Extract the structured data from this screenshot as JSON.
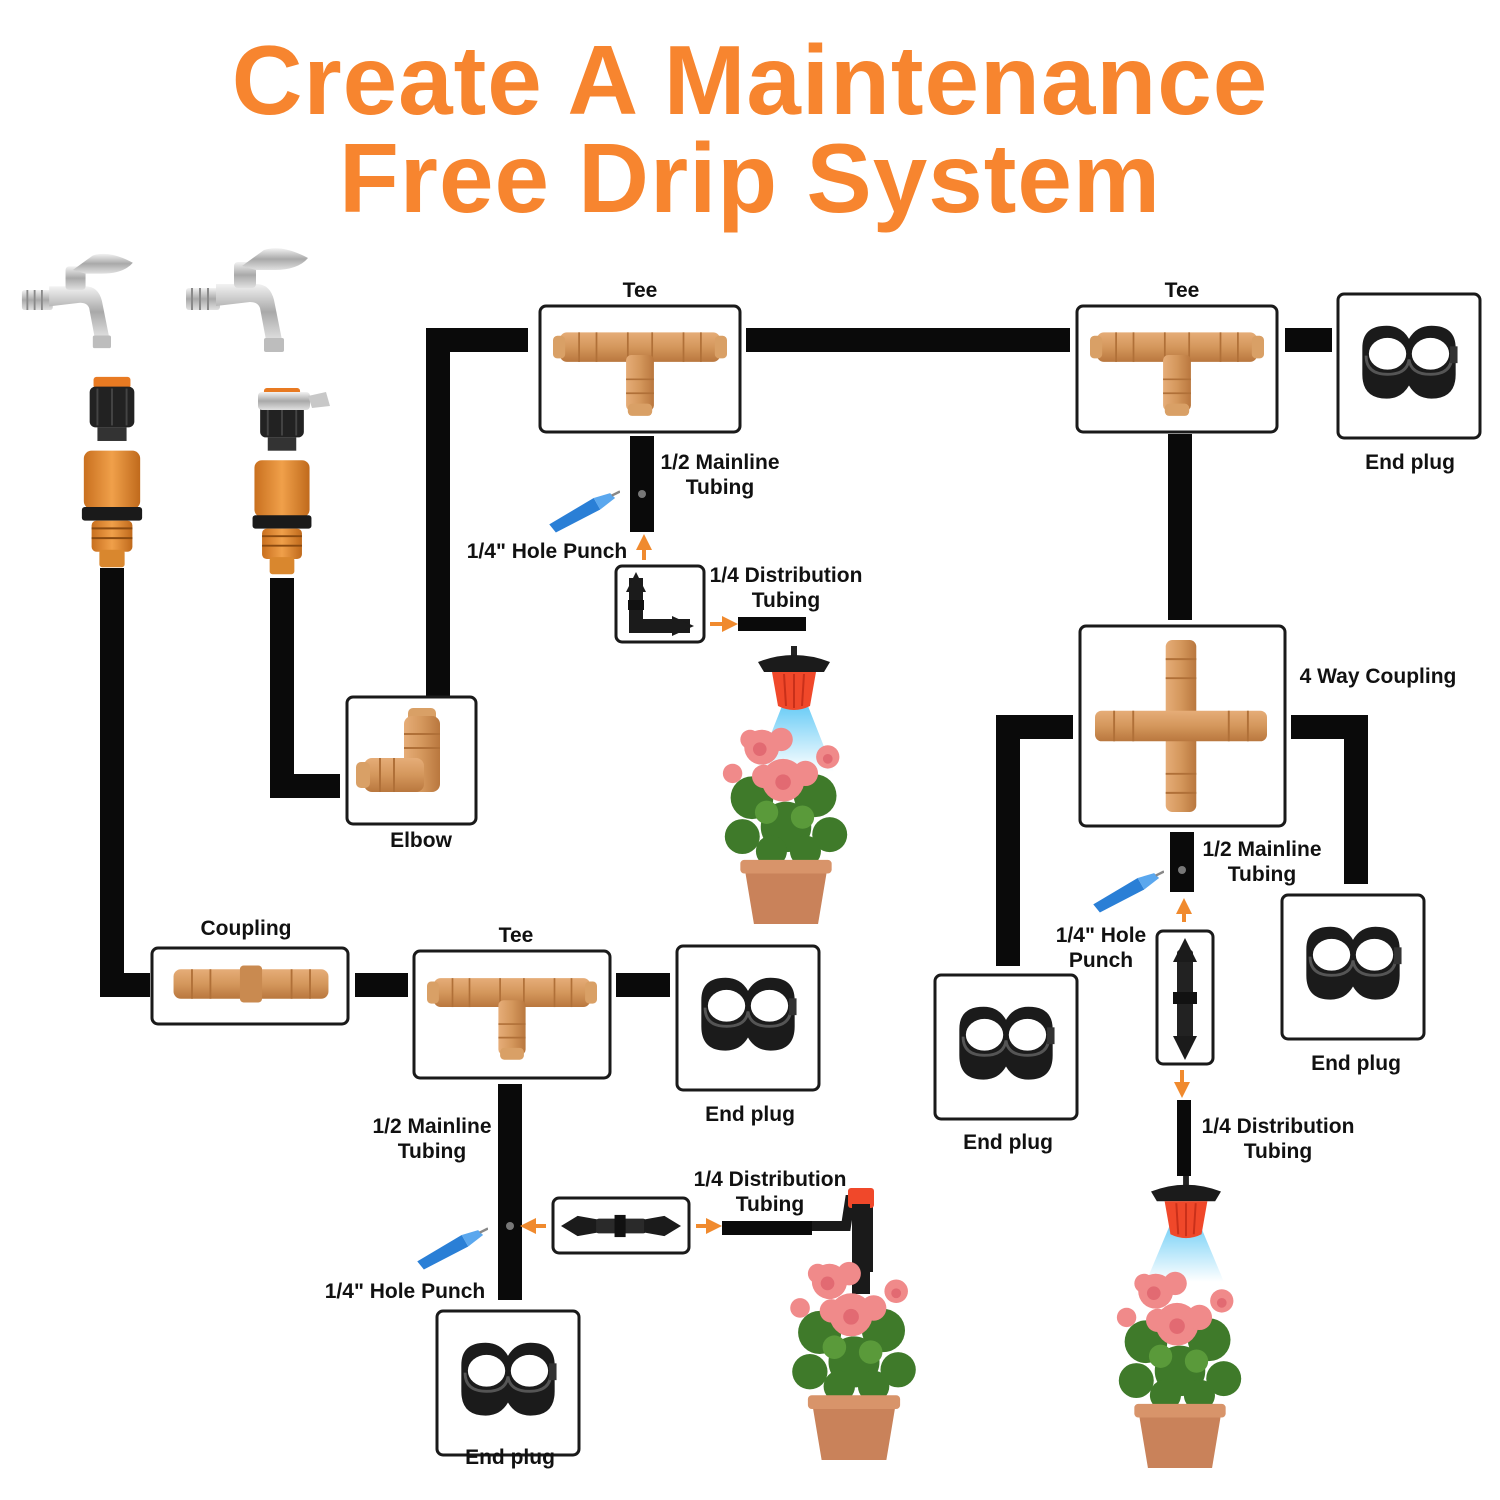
{
  "title": {
    "line1": "Create A Maintenance",
    "line2": "Free Drip System"
  },
  "labels": {
    "tee_top": "Tee",
    "tee_right": "Tee",
    "tee_bottom": "Tee",
    "end_plug_tr": "End plug",
    "end_plug_mid": "End plug",
    "end_plug_lr": "End plug",
    "end_plug_rmid": "End plug",
    "end_plug_bottom": "End plug",
    "mainline_1_a": "1/2 Mainline",
    "mainline_1_b": "Tubing",
    "mainline_2_a": "1/2 Mainline",
    "mainline_2_b": "Tubing",
    "mainline_3_a": "1/2 Mainline",
    "mainline_3_b": "Tubing",
    "hole_punch_1": "1/4\" Hole Punch",
    "hole_punch_2_a": "1/4\" Hole",
    "hole_punch_2_b": "Punch",
    "hole_punch_3": "1/4\" Hole Punch",
    "distribution_1_a": "1/4 Distribution",
    "distribution_1_b": "Tubing",
    "distribution_2_a": "1/4 Distribution",
    "distribution_2_b": "Tubing",
    "distribution_3_a": "1/4 Distribution",
    "distribution_3_b": "Tubing",
    "four_way": "4 Way Coupling",
    "elbow": "Elbow",
    "coupling": "Coupling"
  },
  "colors": {
    "title": "#f7852f",
    "tube": "#0a0a0a",
    "fitting": "#d4975c",
    "fitting_dark": "#b9773e",
    "arrow": "#f08a2e",
    "punch": "#2a7fd6",
    "emitter": "#f0482a",
    "pot": "#c9825a",
    "flower": "#f08a8a",
    "leaf": "#3f7a2a"
  },
  "icons": [
    "faucet-icon",
    "quick-connector-icon",
    "tee-fitting-icon",
    "elbow-fitting-icon",
    "four-way-coupling-icon",
    "coupling-icon",
    "end-plug-icon",
    "hole-punch-icon",
    "barbed-connector-icon",
    "drip-emitter-icon",
    "potted-flower-icon",
    "arrow-icon"
  ]
}
